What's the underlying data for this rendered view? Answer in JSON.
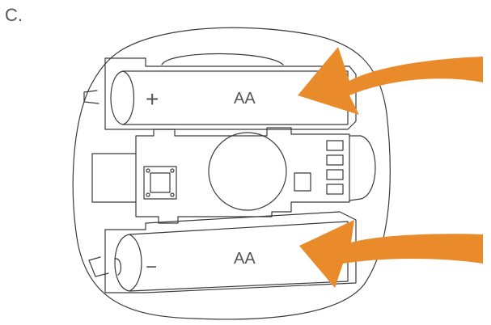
{
  "figure": {
    "step_label": "C.",
    "battery_top": {
      "label": "AA",
      "polarity": "+"
    },
    "battery_bottom": {
      "label": "AA",
      "polarity": "−"
    },
    "arrow_color": "#e98a2b",
    "arrow_icon": "curved-arrow-left-icon"
  }
}
